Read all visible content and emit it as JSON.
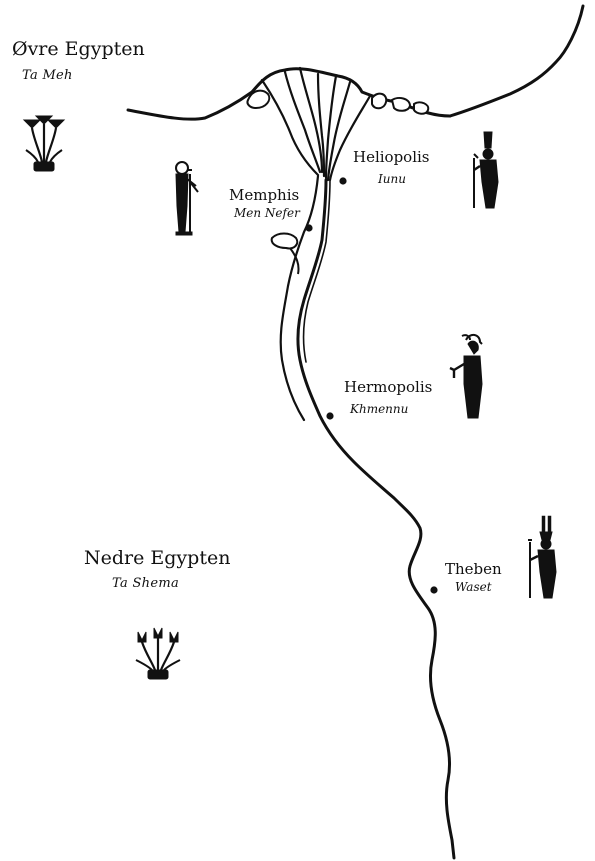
{
  "regions": [
    {
      "id": "upper",
      "name": "Øvre Egypten",
      "sub": "Ta Meh",
      "emblem": "papyrus-icon"
    },
    {
      "id": "lower",
      "name": "Nedre Egypten",
      "sub": "Ta Shema",
      "emblem": "lotus-icon"
    }
  ],
  "cities": [
    {
      "id": "heliopolis",
      "name": "Heliopolis",
      "ancient": "Iunu",
      "deity_icon": "deity-crowned-figure-icon"
    },
    {
      "id": "memphis",
      "name": "Memphis",
      "ancient": "Men Nefer",
      "deity_icon": "deity-ptah-icon"
    },
    {
      "id": "hermopolis",
      "name": "Hermopolis",
      "ancient": "Khmennu",
      "deity_icon": "deity-thoth-icon"
    },
    {
      "id": "theben",
      "name": "Theben",
      "ancient": "Waset",
      "deity_icon": "deity-amun-icon"
    }
  ],
  "colors": {
    "ink": "#111111",
    "paper": "#ffffff"
  }
}
